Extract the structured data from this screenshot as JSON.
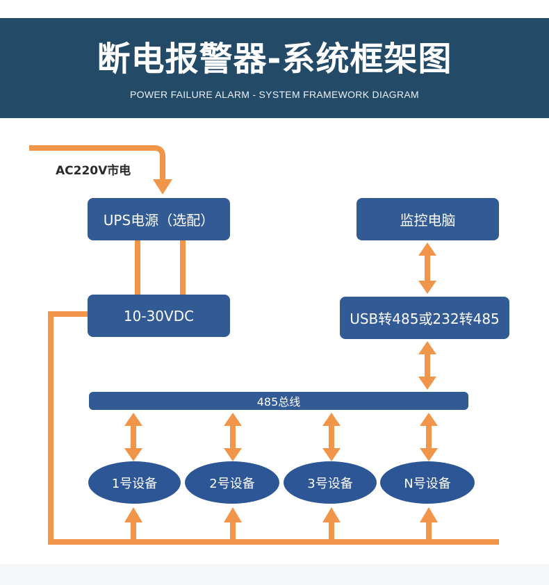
{
  "header": {
    "title": "断电报警器-系统框架图",
    "subtitle": "POWER FAILURE ALARM - SYSTEM FRAMEWORK DIAGRAM"
  },
  "diagram": {
    "ac_input_label": "AC220V市电",
    "ups_label": "UPS电源（选配）",
    "dc_label": "10-30VDC",
    "pc_label": "监控电脑",
    "converter_label": "USB转485或232转485",
    "bus_label": "485总线",
    "devices": [
      "1号设备",
      "2号设备",
      "3号设备",
      "N号设备"
    ]
  },
  "colors": {
    "header_bg": "#234a67",
    "box_fill": "#325a94",
    "wire": "#f0954a",
    "text_light": "#ffffff"
  }
}
